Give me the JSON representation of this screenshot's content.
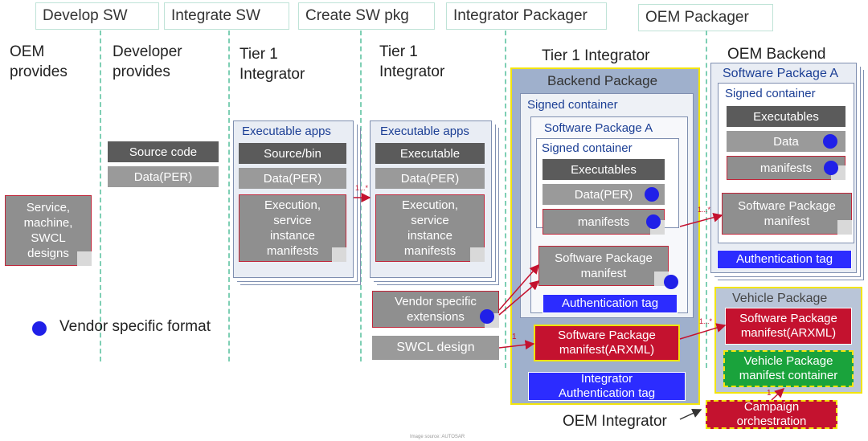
{
  "phases": [
    "Develop SW",
    "Integrate SW",
    "Create SW pkg",
    "Integrator Packager",
    "OEM Packager"
  ],
  "columns": {
    "oem": "OEM\nprovides",
    "developer": "Developer\nprovides",
    "tier1a": "Tier 1\nIntegrator",
    "tier1b": "Tier 1\nIntegrator",
    "tier1c": "Tier 1 Integrator",
    "oem_backend": "OEM Backend"
  },
  "oem_note": "Service,\nmachine,\nSWCL\ndesigns",
  "legend": "Vendor specific format",
  "developer_items": [
    "Source code",
    "Data(PER)"
  ],
  "tier1a": {
    "title": "Executable apps",
    "items": [
      "Source/bin",
      "Data(PER)"
    ],
    "note": "Execution,\nservice\ninstance\nmanifests"
  },
  "tier1b": {
    "title": "Executable apps",
    "items": [
      "Executable",
      "Data(PER)"
    ],
    "note": "Execution,\nservice\ninstance\nmanifests",
    "vendor_ext": "Vendor specific\nextensions",
    "swcl": "SWCL design"
  },
  "backend": {
    "title": "Backend Package",
    "signed": "Signed container",
    "swpkg": "Software Package A",
    "signed_inner": "Signed container",
    "items": [
      "Executables",
      "Data(PER)",
      "manifests"
    ],
    "swpkg_manifest": "Software Package\nmanifest",
    "auth": "Authentication tag",
    "arxml": "Software Package\nmanifest(ARXML)",
    "integrator_auth": "Integrator\nAuthentication tag"
  },
  "oem_backend": {
    "swpkg": "Software Package A",
    "signed": "Signed container",
    "items": [
      "Executables",
      "Data",
      "manifests"
    ],
    "manifest": "Software Package\nmanifest",
    "auth": "Authentication tag"
  },
  "vehicle": {
    "title": "Vehicle Package",
    "arxml": "Software Package\nmanifest(ARXML)",
    "container": "Vehicle Package\nmanifest container"
  },
  "campaign": "Campaign\norchestration",
  "oem_integrator": "OEM Integrator",
  "multiplicity": {
    "one": "1",
    "one_many": "1...*"
  },
  "colors": {
    "accent_blue": "#2c2cff",
    "accent_red": "#c4122f",
    "yellow": "#f2e40c",
    "green": "#1aa33c"
  },
  "footer": "Image source: AUTOSAR"
}
